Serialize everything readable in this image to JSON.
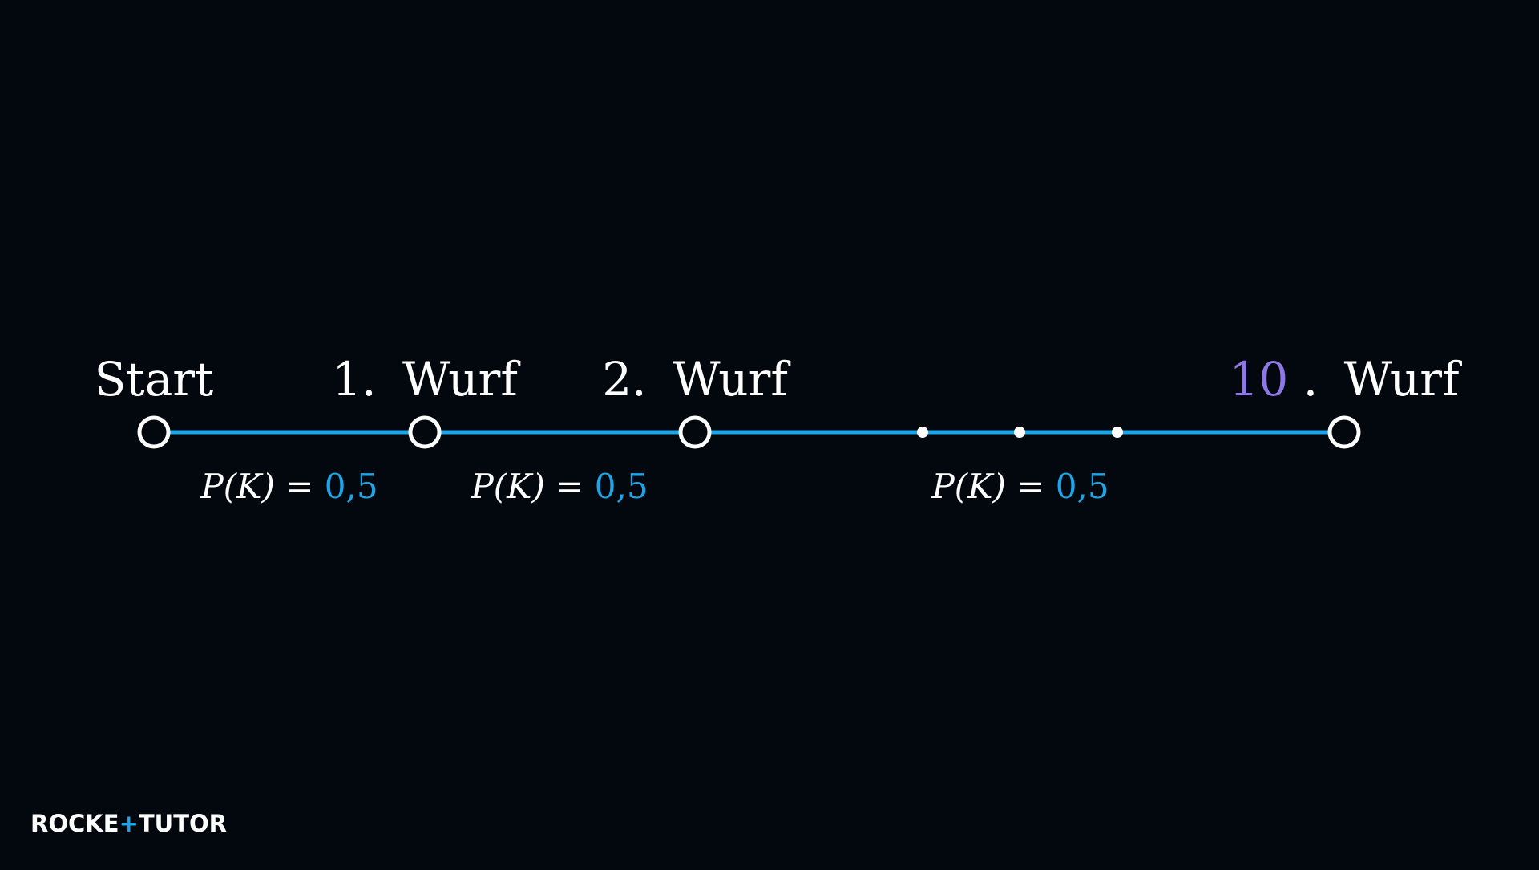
{
  "diagram": {
    "line_color": "#1ea5e6",
    "node_color": "#ffffff",
    "accent_color": "#8f78e6",
    "labels": {
      "start": "Start",
      "throw1_num": "1.",
      "throw1_word": "Wurf",
      "throw2_num": "2.",
      "throw2_word": "Wurf",
      "throw10_num": "10",
      "throw10_dot": ".",
      "throw10_word": "Wurf"
    },
    "probabilities": [
      {
        "expr": "P(K) =",
        "value": "0,5"
      },
      {
        "expr": "P(K) =",
        "value": "0,5"
      },
      {
        "expr": "P(K) =",
        "value": "0,5"
      }
    ]
  },
  "logo": {
    "part1": "ROCKE",
    "plus": "+",
    "part2": "TUTO",
    "part3": "R"
  }
}
